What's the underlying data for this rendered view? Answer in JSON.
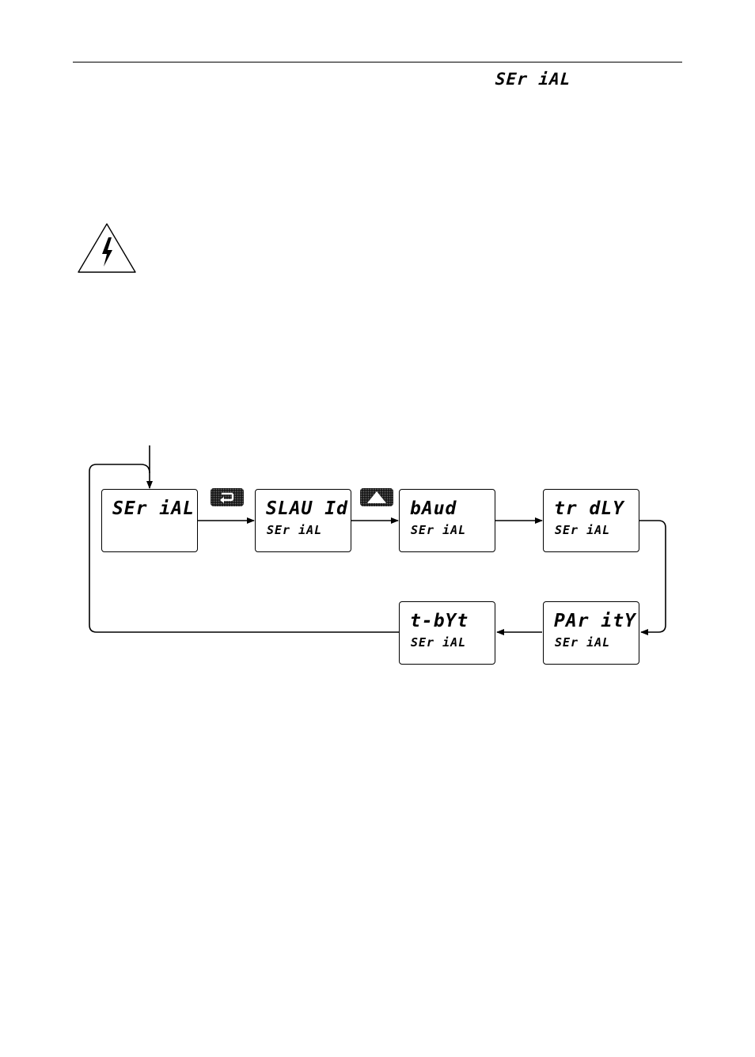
{
  "header": {
    "menu_code": "SEr iAL"
  },
  "diagram": {
    "boxes": [
      {
        "id": "serial",
        "main": "SEr iAL",
        "sub": ""
      },
      {
        "id": "slave-id",
        "main": "SLAU Id",
        "sub": "SEr iAL"
      },
      {
        "id": "baud",
        "main": "bAud",
        "sub": "SEr iAL"
      },
      {
        "id": "tr-delay",
        "main": "tr dLY",
        "sub": "SEr iAL"
      },
      {
        "id": "parity",
        "main": "PAr itY",
        "sub": "SEr iAL"
      },
      {
        "id": "t-byte",
        "main": "t-bYt",
        "sub": "SEr iAL"
      }
    ],
    "keys": {
      "enter": "enter-key-icon",
      "up": "up-arrow-key-icon"
    }
  },
  "icons": {
    "warning": "electrical-hazard-warning-icon"
  }
}
